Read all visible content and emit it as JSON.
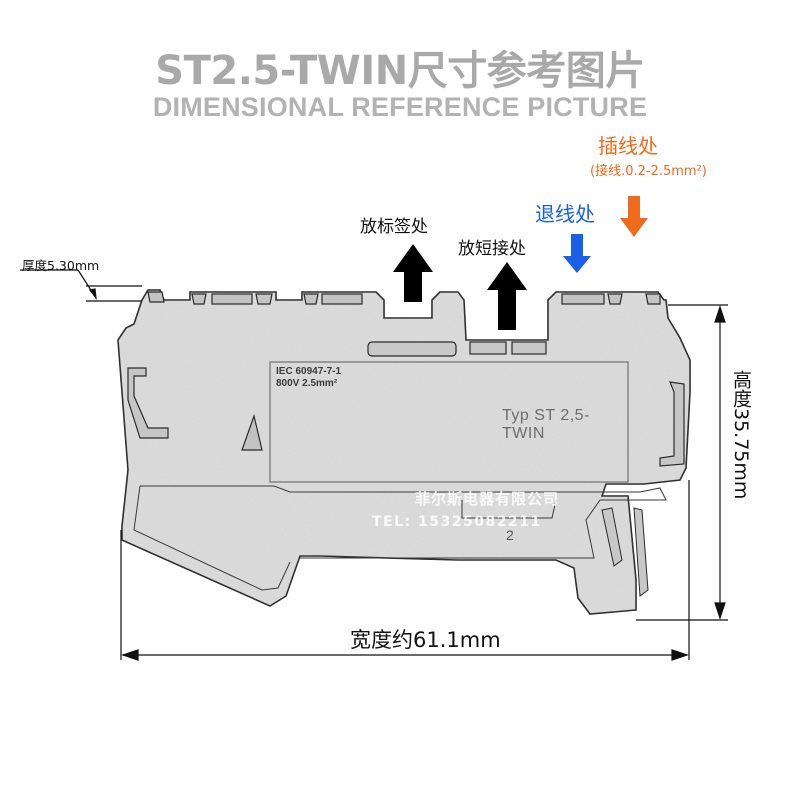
{
  "header": {
    "title": "ST2.5-TWIN尺寸参考图片",
    "subtitle": "DIMENSIONAL REFERENCE PICTURE"
  },
  "callouts": {
    "wire_insert": {
      "label": "插线处",
      "note": "(接线.0.2-2.5mm²)",
      "color": "#ef6a1c",
      "icon": "arrow-down-icon"
    },
    "wire_release": {
      "label": "退线处",
      "color": "#1a5fe8",
      "icon": "arrow-down-icon"
    },
    "marker_slot": {
      "label": "放标签处",
      "color": "#111111",
      "icon": "arrow-up-icon"
    },
    "bridge_slot": {
      "label": "放短接处",
      "color": "#111111",
      "icon": "arrow-up-icon"
    }
  },
  "dimensions": {
    "thickness": "厚度5.30mm",
    "height": "高度35.75mm",
    "width": "宽度约61.1mm"
  },
  "product_markings": {
    "standard": "IEC 60947-7-1",
    "rating": "800V 2.5mm²",
    "type_line1": "Typ ST 2,5-",
    "type_line2": "TWIN",
    "position_number": "2"
  },
  "watermark": {
    "company": "菲尔斯电器有限公司",
    "phone": "TEL: 15325082211"
  },
  "colors": {
    "body_fill": "#d9d9d9",
    "outline": "#2a2a2a",
    "title": "#a9a9a9"
  }
}
